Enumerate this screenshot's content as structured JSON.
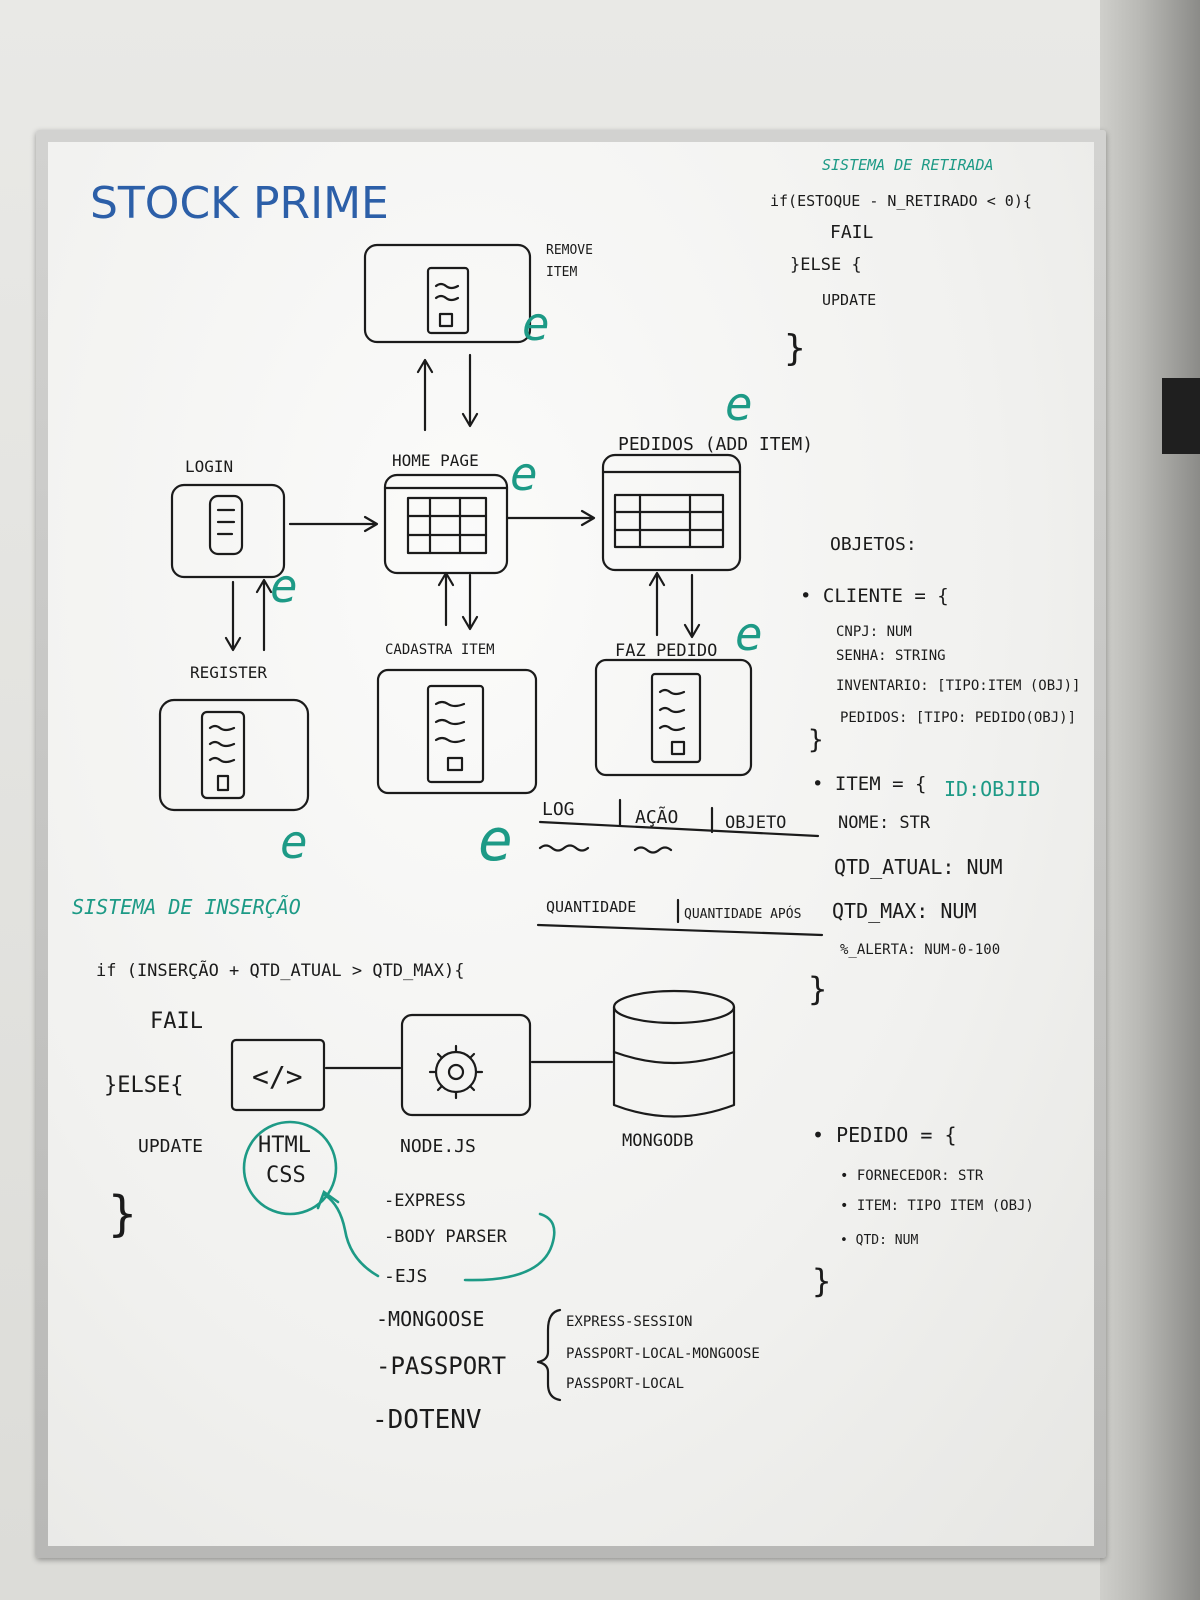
{
  "title": "STOCK PRIME",
  "screens": {
    "remove_item": "REMOVE ITEM",
    "login": "LOGIN",
    "home_page": "HOME PAGE",
    "pedidos": "PEDIDOS (ADD ITEM)",
    "register": "REGISTER",
    "cadastra_item": "CADASTRA ITEM",
    "faz_pedido": "FAZ PEDIDO"
  },
  "done_mark": "e",
  "sistema_retirada": {
    "title": "SISTEMA DE RETIRADA",
    "lines": [
      "if(ESTOQUE - N_RETIRADO < 0){",
      "FAIL",
      "}ELSE {",
      "UPDATE",
      "}"
    ]
  },
  "log": {
    "columns": [
      "LOG",
      "AÇÃO",
      "OBJETO"
    ],
    "columns2": [
      "QUANTIDADE",
      "QUANTIDADE APÓS"
    ]
  },
  "sistema_insercao": {
    "title": "SISTEMA DE INSERÇÃO",
    "lines": [
      "if (INSERÇÃO + QTD_ATUAL > QTD_MAX){",
      "FAIL",
      "}ELSE{",
      "UPDATE",
      "}"
    ]
  },
  "stack": {
    "html_icon": "</>",
    "html_label": "HTML\nCSS",
    "node_label": "NODE.JS",
    "mongo_label": "MONGODB"
  },
  "deps": [
    "-EXPRESS",
    "-BODY PARSER",
    "-EJS",
    "-MONGOOSE",
    "-PASSPORT",
    "-DOTENV"
  ],
  "passport_deps": [
    "EXPRESS-SESSION",
    "PASSPORT-LOCAL-MONGOOSE",
    "PASSPORT-LOCAL"
  ],
  "objetos": {
    "title": "OBJETOS:",
    "cliente": {
      "header": "• CLIENTE = {",
      "fields": [
        "CNPJ: NUM",
        "SENHA: STRING",
        "INVENTARIO: [TIPO:ITEM (OBJ)]",
        "PEDIDOS: [TIPO: PEDIDO(OBJ)]"
      ],
      "close": "}"
    },
    "item": {
      "header": "• ITEM = {",
      "id_field": "ID:OBJID",
      "fields": [
        "NOME: STR",
        "QTD_ATUAL: NUM",
        "QTD_MAX: NUM",
        "%_ALERTA: NUM-0-100"
      ],
      "close": "}"
    },
    "pedido": {
      "header": "• PEDIDO = {",
      "fields": [
        "• FORNECEDOR: STR",
        "• ITEM: TIPO ITEM (OBJ)",
        "• QTD: NUM"
      ],
      "close": "}"
    }
  },
  "colors": {
    "ink": "#1b1b1b",
    "blue": "#2c5fa8",
    "teal": "#1d9a86"
  }
}
